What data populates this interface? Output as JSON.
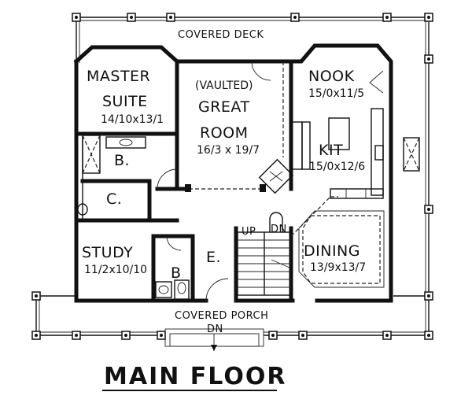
{
  "title": "MAIN FLOOR",
  "labels": {
    "covered_deck": "COVERED DECK",
    "covered_porch": "COVERED PORCH",
    "porch_dn": "DN",
    "stair_up": "UP",
    "stair_dn": "DN"
  },
  "rooms": {
    "master_suite": {
      "line1": "MASTER",
      "line2": "SUITE",
      "dims": "14/10x13/1"
    },
    "great_room": {
      "vaulted": "(VAULTED)",
      "line1": "GREAT",
      "line2": "ROOM",
      "dims": "16/3 x 19/7"
    },
    "nook": {
      "name": "NOOK",
      "dims": "15/0x11/5"
    },
    "kitchen": {
      "name": "KIT",
      "dims": "15/0x12/6"
    },
    "bath_master": {
      "name": "B."
    },
    "closet": {
      "name": "C."
    },
    "study": {
      "name": "STUDY",
      "dims": "11/2x10/10"
    },
    "bath_small": {
      "name": "B"
    },
    "entry": {
      "name": "E."
    },
    "dining": {
      "name": "DINING",
      "dims": "13/9x13/7"
    }
  }
}
